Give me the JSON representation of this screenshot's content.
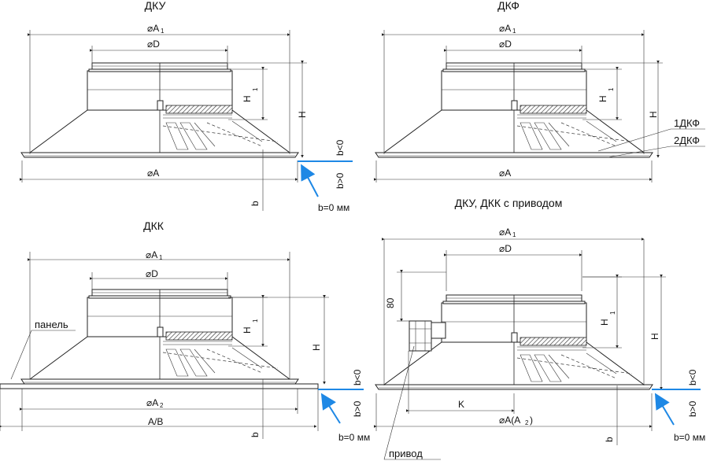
{
  "diagrams": {
    "dku": {
      "title": "ДКУ",
      "dim_a1": "⌀A",
      "dim_a1_sub": "1",
      "dim_d": "⌀D",
      "dim_a": "⌀A",
      "dim_h1": "H",
      "dim_h1_sub": "1",
      "dim_h": "H",
      "dim_b": "b",
      "b_neg": "b<0",
      "b_pos": "b>0",
      "b_zero": "b=0 мм"
    },
    "dkf": {
      "title": "ДКФ",
      "dim_a1": "⌀A",
      "dim_a1_sub": "1",
      "dim_d": "⌀D",
      "dim_a": "⌀A",
      "dim_h1": "H",
      "dim_h1_sub": "1",
      "dim_h": "H",
      "callout_1": "1ДКФ",
      "callout_2": "2ДКФ"
    },
    "dkk": {
      "title": "ДКК",
      "dim_a1": "⌀A",
      "dim_a1_sub": "1",
      "dim_d": "⌀D",
      "dim_a2": "⌀A",
      "dim_a2_sub": "2",
      "dim_ab": "A/B",
      "dim_h1": "H",
      "dim_h1_sub": "1",
      "dim_h": "H",
      "dim_b": "b",
      "b_neg": "b<0",
      "b_pos": "b>0",
      "b_zero": "b=0 мм",
      "panel": "панель"
    },
    "drive": {
      "title": "ДКУ, ДКК с приводом",
      "dim_a1": "⌀A",
      "dim_a1_sub": "1",
      "dim_d": "⌀D",
      "dim_a": "⌀A(A",
      "dim_a_sub": "2",
      "dim_a_close": ")",
      "dim_k": "K",
      "dim_80": "80",
      "dim_h1": "H",
      "dim_h1_sub": "1",
      "dim_h": "H",
      "dim_b": "b",
      "b_neg": "b<0",
      "b_pos": "b>0",
      "b_zero": "b=0 мм",
      "drive_label": "привод"
    }
  },
  "colors": {
    "line": "#222222",
    "accent_blue": "#1e88e5",
    "hatch": "#444444"
  }
}
